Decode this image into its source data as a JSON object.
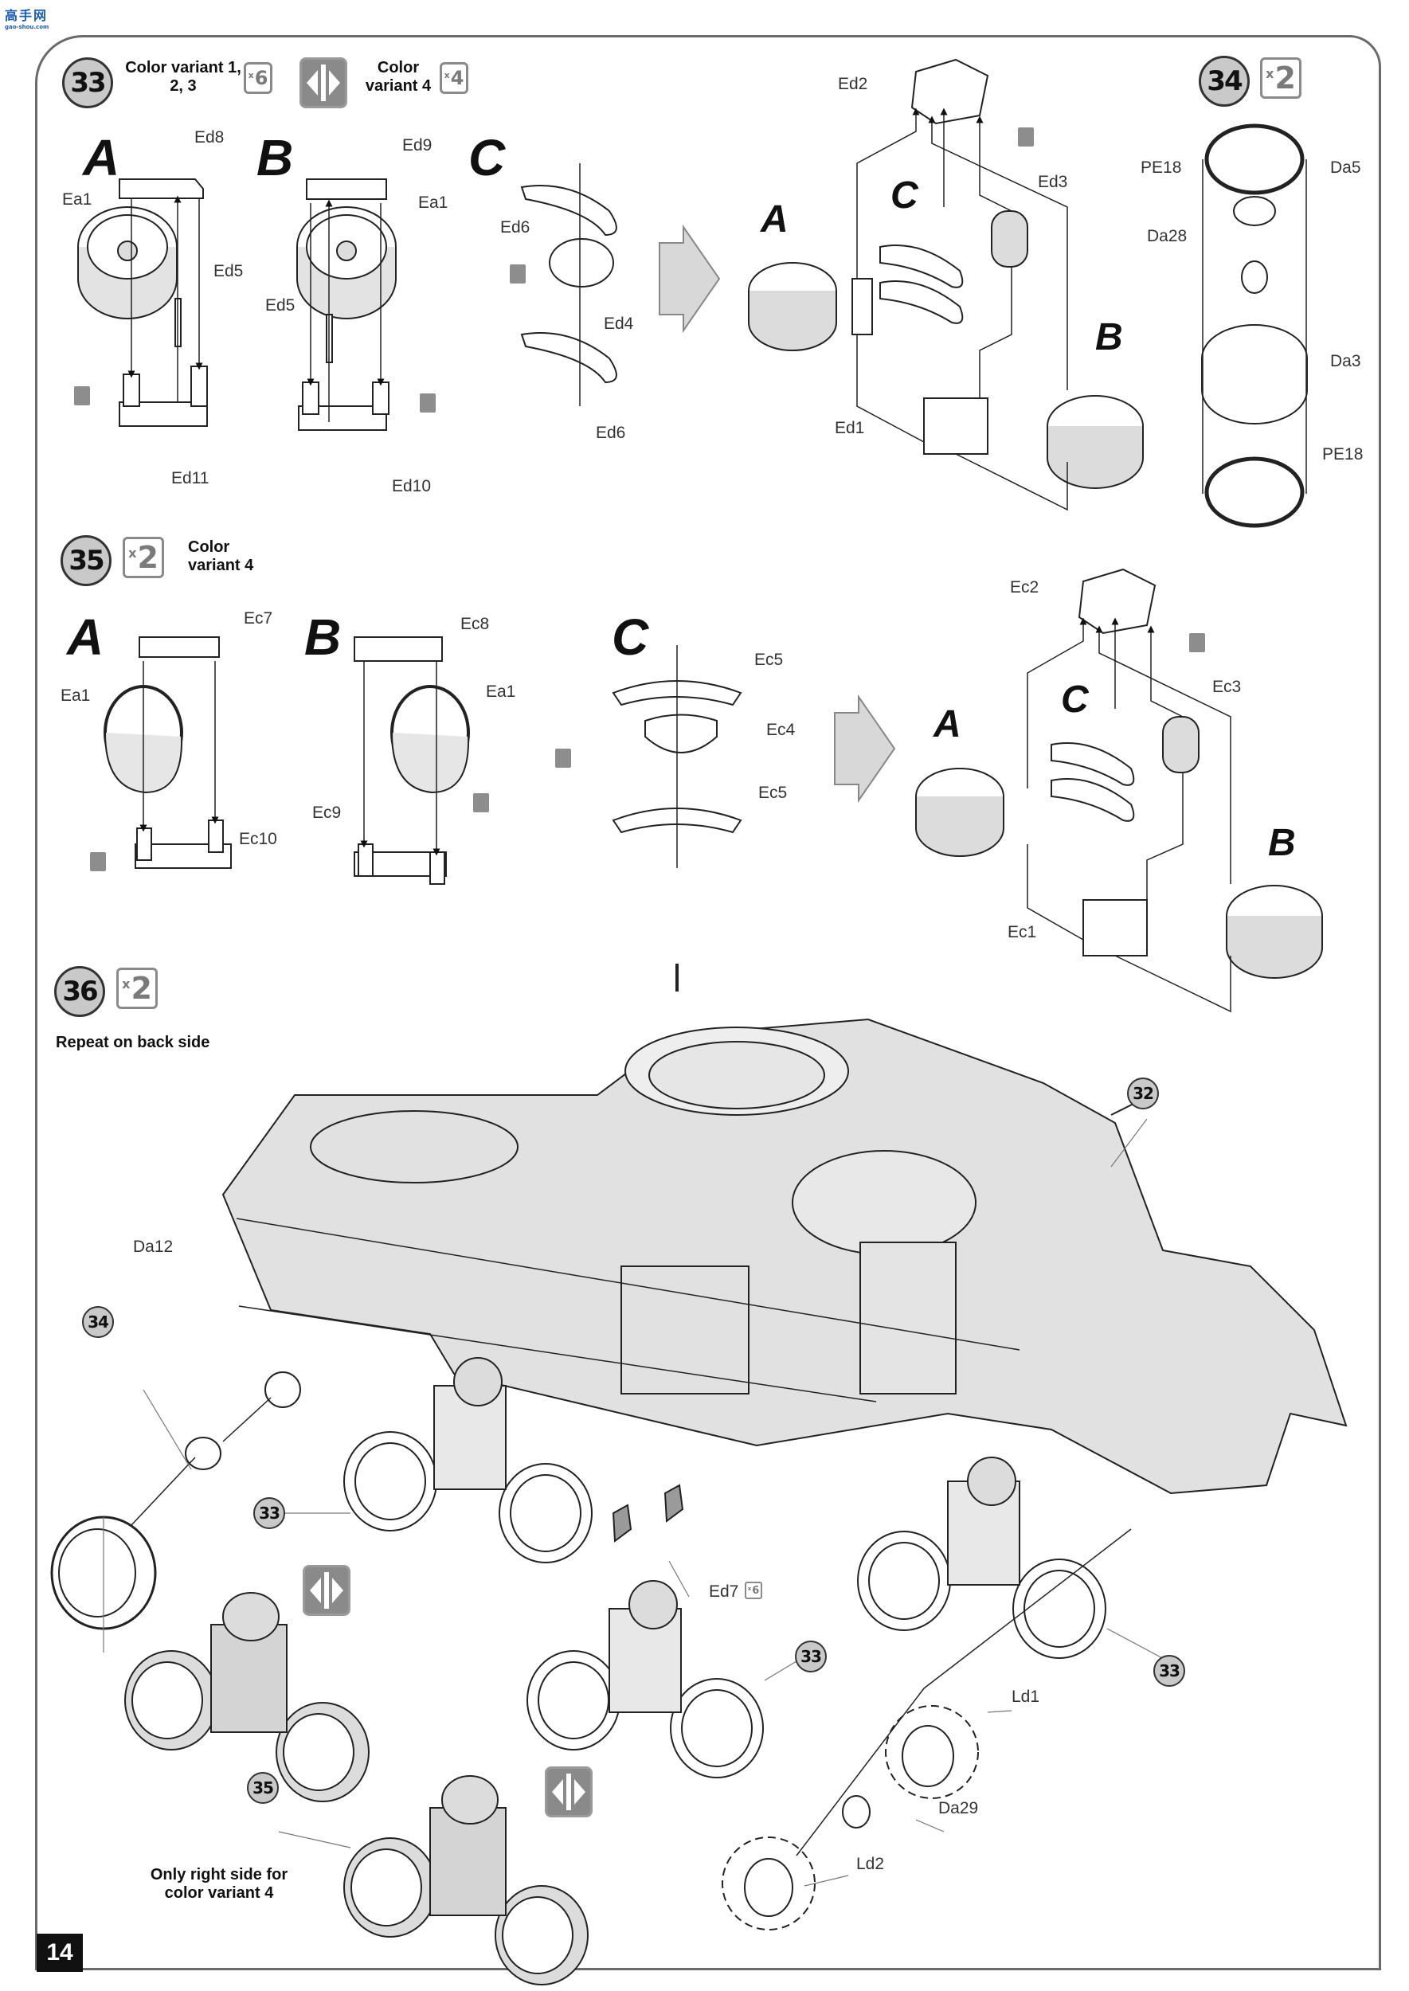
{
  "watermark": {
    "title": "高手网",
    "subtitle": "gao-shou.com"
  },
  "page_number": "14",
  "icons": {
    "flip": "mirror-assembly-icon",
    "glue": "glue-icon",
    "next": "next-step-arrow-icon"
  },
  "colors": {
    "badge_fill": "#c9c9c9",
    "qty_border": "#8a8a8a",
    "part_fill": "#dcdcdc",
    "frame": "#6a6a6a"
  },
  "step33": {
    "number": "33",
    "variant_a_label": "Color variant 1, 2, 3",
    "variant_a_qty": "6",
    "variant_b_label": "Color variant 4",
    "variant_b_qty": "4",
    "sub": {
      "A": {
        "letter": "A",
        "parts": [
          "Ed8",
          "Ea1",
          "Ed5",
          "Ed11"
        ]
      },
      "B": {
        "letter": "B",
        "parts": [
          "Ed9",
          "Ea1",
          "Ed5",
          "Ed10"
        ]
      },
      "C": {
        "letter": "C",
        "parts": [
          "Ed6",
          "Ed4",
          "Ed6"
        ]
      }
    },
    "assembly": {
      "letters": [
        "A",
        "C",
        "B"
      ],
      "parts": [
        "Ed2",
        "Ed3",
        "Ed1"
      ]
    }
  },
  "step34": {
    "number": "34",
    "qty": "2",
    "parts": [
      "PE18",
      "Da5",
      "Da28",
      "Da3",
      "PE18"
    ]
  },
  "step35": {
    "number": "35",
    "qty": "2",
    "variant_label": "Color variant 4",
    "sub": {
      "A": {
        "letter": "A",
        "parts": [
          "Ec7",
          "Ea1",
          "Ec10"
        ]
      },
      "B": {
        "letter": "B",
        "parts": [
          "Ec8",
          "Ea1",
          "Ec9"
        ]
      },
      "C": {
        "letter": "C",
        "parts": [
          "Ec5",
          "Ec4",
          "Ec5"
        ]
      }
    },
    "assembly": {
      "letters": [
        "A",
        "C",
        "B"
      ],
      "parts": [
        "Ec2",
        "Ec3",
        "Ec1"
      ]
    }
  },
  "step36": {
    "number": "36",
    "qty": "2",
    "instruction": "Repeat on back side",
    "refs": [
      "32",
      "34",
      "33",
      "33",
      "33",
      "35"
    ],
    "parts": {
      "Da12": "Da12",
      "Ed7": "Ed7",
      "Ed7_qty": "6",
      "Ld1": "Ld1",
      "Da29": "Da29",
      "Ld2": "Ld2"
    },
    "note": "Only right side for color variant 4"
  }
}
